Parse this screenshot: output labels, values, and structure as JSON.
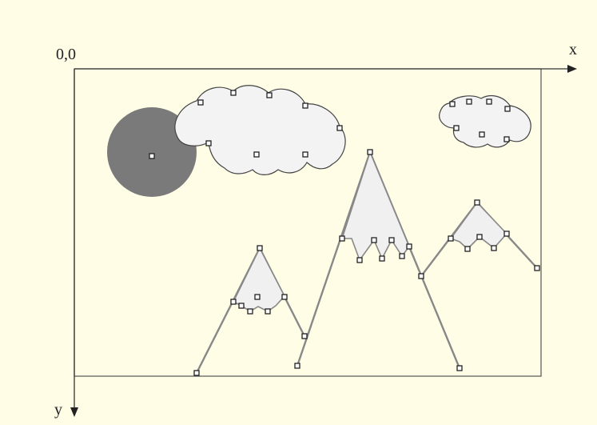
{
  "diagram": {
    "origin_label": "0,0",
    "x_axis_label": "x",
    "y_axis_label": "y",
    "colors": {
      "background": "#fffde6",
      "frame": "#555555",
      "sun": "#777777",
      "cloud_fill": "#f3f3f3",
      "snow_fill": "#f0f0f0",
      "mountain_stroke": "#888888",
      "vertex_marker": "#ffffff"
    },
    "shapes": [
      "sun",
      "cloud-large",
      "cloud-small",
      "mountain-left",
      "mountain-center",
      "mountain-right"
    ]
  }
}
